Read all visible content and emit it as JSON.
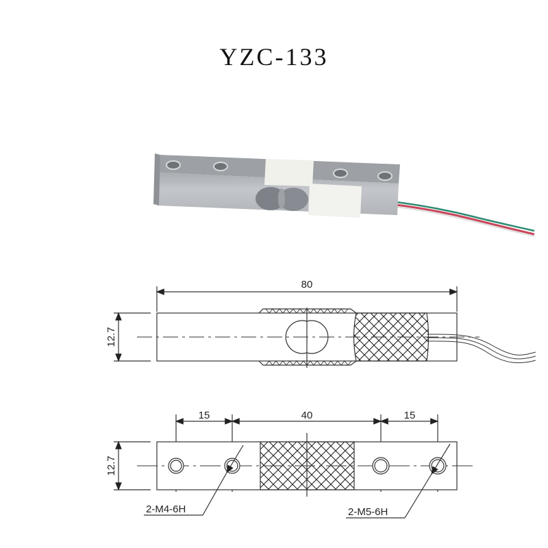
{
  "title": "YZC-133",
  "photo": {
    "description": "aluminum bar load cell with white strain gauge cover and red/green/white wires"
  },
  "side_view": {
    "length_label": "80",
    "height_label": "12.7"
  },
  "top_view": {
    "height_label": "12.7",
    "left_spacing_label": "15",
    "middle_spacing_label": "40",
    "right_spacing_label": "15",
    "left_hole_callout": "2-M4-6H",
    "right_hole_callout": "2-M5-6H"
  },
  "colors": {
    "body": "#b9bcc0",
    "gauge_cover": "#f2f2ee",
    "wire_red": "#c8455a",
    "wire_green": "#2e8a70",
    "line": "#333333",
    "centerline_blue": "#6f8fe0"
  }
}
